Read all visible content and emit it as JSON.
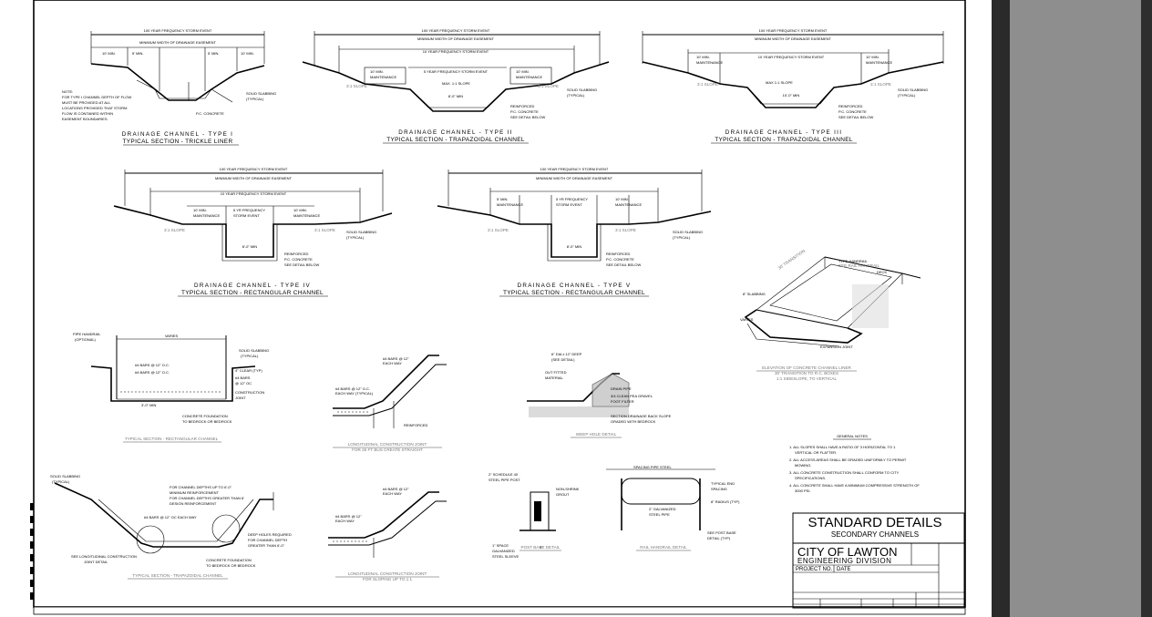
{
  "sheet": {
    "type_i": {
      "name": "DRAINAGE CHANNEL - TYPE I",
      "subtitle": "TYPICAL SECTION - TRICKLE LINER"
    },
    "type_ii": {
      "name": "DRAINAGE CHANNEL - TYPE II",
      "subtitle": "TYPICAL SECTION - TRAPAZOIDAL CHANNEL"
    },
    "type_iii": {
      "name": "DRAINAGE CHANNEL - TYPE III",
      "subtitle": "TYPICAL SECTION - TRAPAZOIDAL CHANNEL"
    },
    "type_iv": {
      "name": "DRAINAGE CHANNEL - TYPE IV",
      "subtitle": "TYPICAL SECTION - RECTANGULAR CHANNEL"
    },
    "type_v": {
      "name": "DRAINAGE CHANNEL - TYPE V",
      "subtitle": "TYPICAL SECTION - RECTANGULAR CHANNEL"
    },
    "rect_section": "TYPICAL SECTION - RECTANGULAR CHANNEL",
    "long_joint_1": {
      "line1": "LONGITUDINAL CONSTRUCTION JOINT",
      "line2": "FOR 25 FT BUS CREATE STRAIGHT"
    },
    "weep_hole": "WEEP HOLE DETAIL",
    "elevation": {
      "line1": "ELEVATION OF CONCRETE CHANNEL LINER",
      "line2": "30' TRANSITION TO R.C. BOXES",
      "line3": "1:1 SIDESLOPE, TO VERTICAL"
    },
    "trap_section": "TYPICAL SECTION - TRAPAZOIDAL CHANNEL",
    "long_joint_2": {
      "line1": "LONGITUDINAL CONSTRUCTION JOINT",
      "line2": "FOR SLOPING UP TO 1:1"
    },
    "post_base": "POST BASE DETAIL",
    "rail_handrail": "RAIL HANDRAIL DETAIL",
    "notes_heading": "GENERAL NOTES"
  },
  "title_block": {
    "title": "STANDARD DETAILS",
    "subtitle": "SECONDARY CHANNELS",
    "city": "CITY OF LAWTON",
    "division": "ENGINEERING DIVISION",
    "project_no_label": "PROJECT NO.",
    "date_label": "DATE"
  }
}
